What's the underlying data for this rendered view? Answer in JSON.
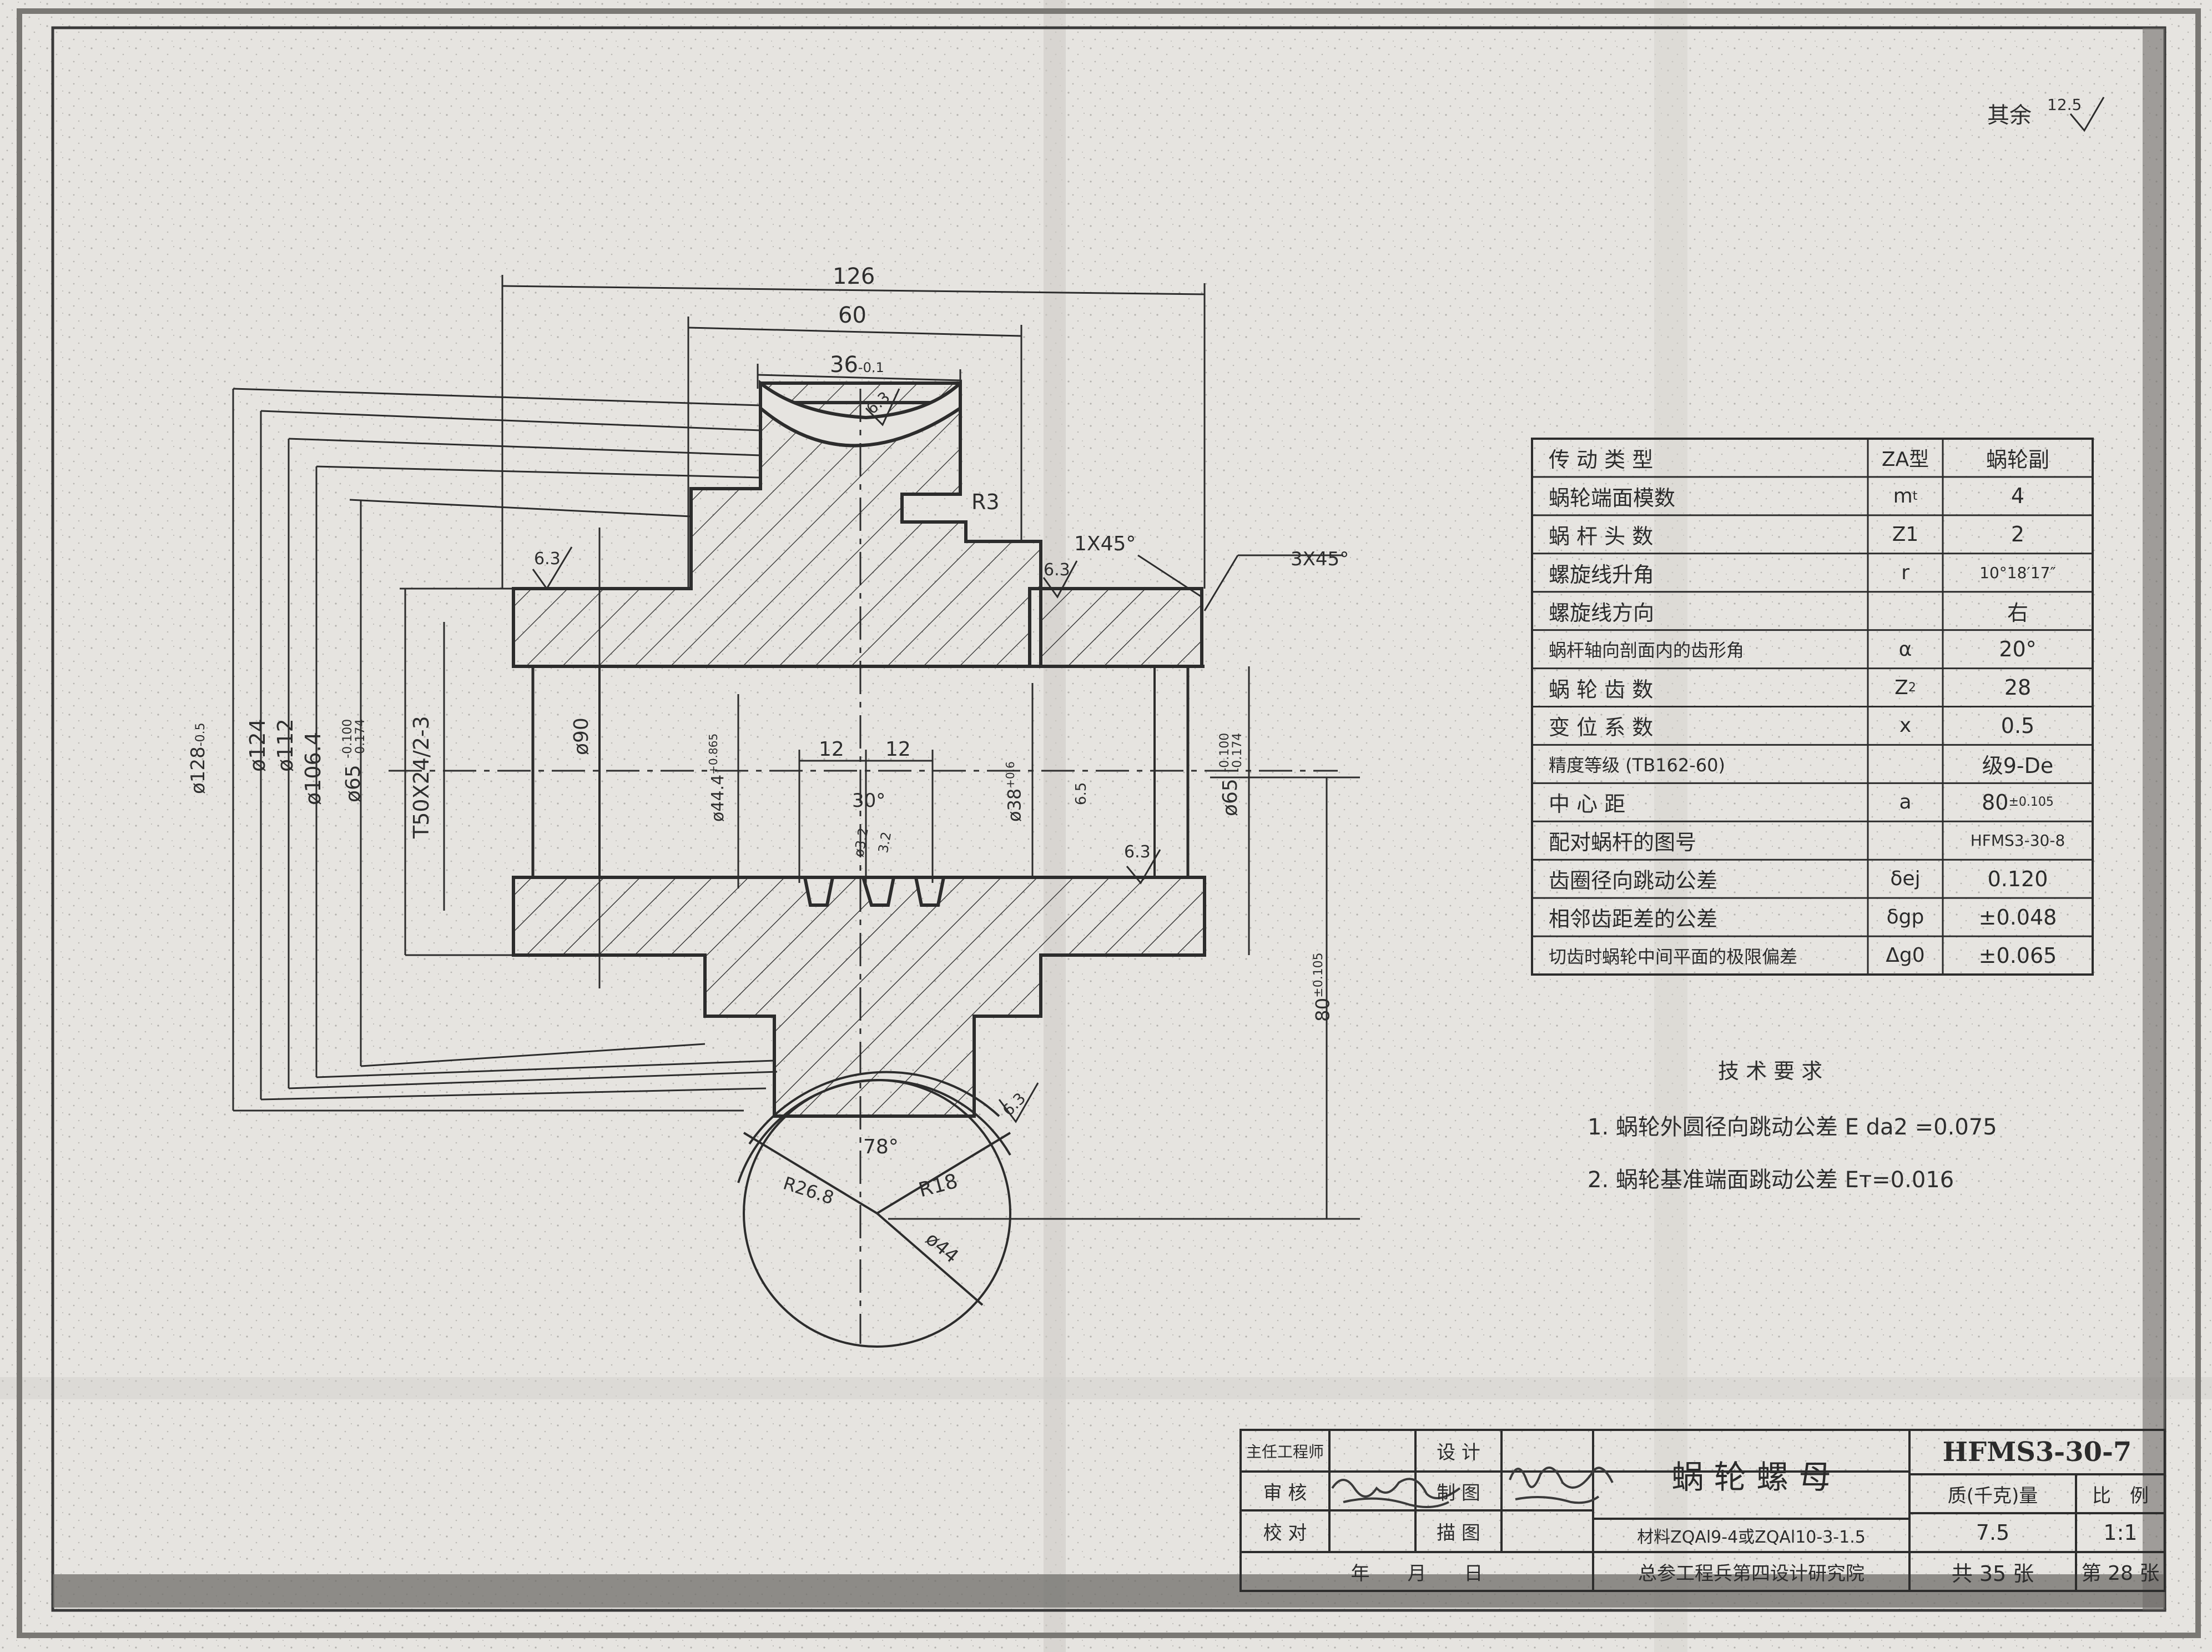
{
  "surface_finish_note": {
    "text": "其余",
    "value": "12.5"
  },
  "dimensions": {
    "overall_width": "126",
    "hub_width": "60",
    "rim_width": "36",
    "rim_width_tol": "-0.1",
    "throat_finish": "6.3",
    "fillet": "R3",
    "chamfer_small": "1X45°",
    "chamfer_large": "3X45°",
    "finish_left": "6.3",
    "finish_right_top": "6.3",
    "finish_right_bottom": "6.3",
    "finish_bottom": "6.3",
    "dia_outer": "ø128",
    "dia_outer_tol": "-0.5",
    "dia_124": "ø124",
    "dia_112": "ø112",
    "dia_106": "ø106.4",
    "dia_65_left": "ø65",
    "dia_65_left_tol_upper": "-0.100",
    "dia_65_left_tol_lower": "-0.174",
    "thread": "T50X24/2-3",
    "dia_90": "ø90",
    "dia_44": "ø44.4",
    "dia_44_tol": "+0.865",
    "dia_38": "ø38",
    "dia_38_tol": "+0.6",
    "dia_65_right": "ø65",
    "dia_65_right_tol_upper": "-0.100",
    "dia_65_right_tol_lower": "-0.174",
    "thread_pitch_a": "12",
    "thread_pitch_b": "12",
    "thread_angle": "30°",
    "thread_half_a": "ø3.2",
    "thread_half_b": "3.2",
    "fillet_inner": "6.5",
    "center_distance": "80",
    "center_distance_tol": "±0.105",
    "arc_angle": "78°",
    "arc_r_outer": "R26.8",
    "arc_r_inner": "R18",
    "arc_dia": "ø44"
  },
  "params_table": {
    "header": {
      "label": "传 动 类 型",
      "symbol": "ZA型",
      "value": "蜗轮副"
    },
    "rows": [
      {
        "label": "蜗轮端面模数",
        "symbol": "m",
        "symbol_sub": "t",
        "value": "4",
        "value_sup": ""
      },
      {
        "label": "蜗 杆 头 数",
        "symbol": "Z1",
        "symbol_sub": "",
        "value": "2",
        "value_sup": ""
      },
      {
        "label": "螺旋线升角",
        "symbol": "r",
        "symbol_sub": "",
        "value": "10°18′17″",
        "value_sup": ""
      },
      {
        "label": "螺旋线方向",
        "symbol": "",
        "symbol_sub": "",
        "value": "右",
        "value_sup": ""
      },
      {
        "label": "蜗杆轴向剖面内的齿形角",
        "symbol": "α",
        "symbol_sub": "",
        "value": "20°",
        "value_sup": ""
      },
      {
        "label": "蜗 轮 齿 数",
        "symbol": "Z",
        "symbol_sub": "2",
        "value": "28",
        "value_sup": ""
      },
      {
        "label": "变 位 系 数",
        "symbol": "x",
        "symbol_sub": "",
        "value": "0.5",
        "value_sup": ""
      },
      {
        "label": "精度等级 (TB162-60)",
        "symbol": "",
        "symbol_sub": "",
        "value": "级9-De",
        "value_sup": ""
      },
      {
        "label": "中 心 距",
        "symbol": "a",
        "symbol_sub": "",
        "value": "80",
        "value_sup": "±0.105"
      },
      {
        "label": "配对蜗杆的图号",
        "symbol": "",
        "symbol_sub": "",
        "value": "HFMS3-30-8",
        "value_sup": ""
      },
      {
        "label": "齿圈径向跳动公差",
        "symbol": "δej",
        "symbol_sub": "",
        "value": "0.120",
        "value_sup": ""
      },
      {
        "label": "相邻齿距差的公差",
        "symbol": "δgp",
        "symbol_sub": "",
        "value": "±0.048",
        "value_sup": ""
      },
      {
        "label": "切齿时蜗轮中间平面的极限偏差",
        "symbol": "Δg0",
        "symbol_sub": "",
        "value": "±0.065",
        "value_sup": ""
      }
    ]
  },
  "tech_requirements": {
    "title": "技 术 要 求",
    "items": [
      "1. 蜗轮外圆径向跳动公差 E da2 =0.075",
      "2. 蜗轮基准端面跳动公差 Eт=0.016"
    ]
  },
  "title_block": {
    "chief_engineer": "主任工程师",
    "review": "审 核",
    "proofread": "校 对",
    "design": "设 计",
    "drafting": "制 图",
    "tracing": "描 图",
    "date": "年　　月　　日",
    "part_name": "蜗 轮 螺 母",
    "material": "材料ZQAl9-4或ZQAl10-3-1.5",
    "drawing_no": "HFMS3-30-7",
    "weight_label": "质(千克)量",
    "weight_value": "7.5",
    "scale_label": "比　例",
    "scale_value": "1:1",
    "organization": "总参工程兵第四设计研究院",
    "sheets_total": "共 35 张",
    "sheet_no": "第 28 张"
  },
  "colors": {
    "paper": "#e6e4e0",
    "ink": "#2c2c2c",
    "shadow": "#6f6d69"
  }
}
